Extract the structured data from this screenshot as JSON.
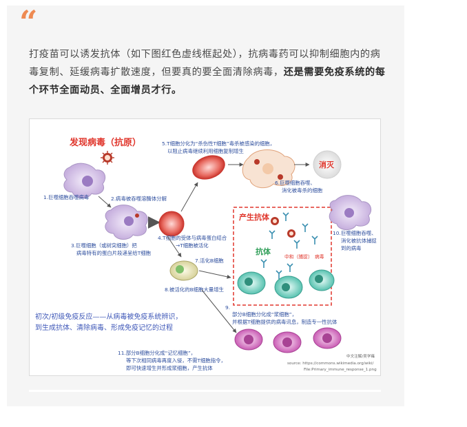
{
  "quote": {
    "mark": "“",
    "paragraph_normal": "打疫苗可以诱发抗体（如下图红色虚线框起处），抗病毒药可以抑制细胞内的病毒复制、延缓病毒扩散速度，但要真的要全面清除病毒，",
    "paragraph_bold": "还是需要免疫系统的每个环节全面动员、全面增员才行。"
  },
  "diagram": {
    "title": "发现病毒（抗原）",
    "steps": {
      "s1": "1.巨噬细胞吞噬病毒",
      "s2": "2.病毒被吞噬溶酶体分解",
      "s3a": "3.巨噬细胞（或树突细胞）把",
      "s3b": "病毒特有的蛋白片段递呈给T细胞",
      "s4a": "4.T细胞的受体与病毒蛋白结合",
      "s4b": "→T细胞被活化",
      "s5a": "5.T细胞分化为“杀伤性T细胞”毒杀被感染的细胞，",
      "s5b": "以阻止病毒继续利用细胞复制增生",
      "s6a": "6.巨噬细胞吞噬、",
      "s6b": "消化被毒杀的细胞",
      "s7": "7.活化B细胞",
      "s8": "8.被活化的B细胞大量增生",
      "s9a": "9.",
      "s9b": "部分B细胞分化成“浆细胞”，",
      "s9c": "并根据T细胞提供的病毒讯息，制造专一性抗体",
      "s10a": "10.巨噬细胞吞噬、",
      "s10b": "消化被抗体捕捉",
      "s10c": "到的病毒",
      "s11a": "11.部分B细胞分化成“记忆细胞”，",
      "s11b": "等下次相同病毒再度入侵，不需T细胞指令，",
      "s11c": "即可快速增生并形成浆细胞，产生抗体"
    },
    "labels": {
      "eliminated": "消灭",
      "produce_antibody": "产生抗体",
      "antibody": "抗体",
      "neutralize": "中和（捕捉）",
      "virus": "病毒"
    },
    "note_line1": "初次/初级免疫反应——从病毒被免疫系统辨识，",
    "note_line2": "到生成抗体、清除病毒、形成免疫记忆的过程",
    "credit": "中文注解/吴学雍",
    "source1": "source: https://commons.wikimedia.org/wiki/",
    "source2": "File:Primary_immune_response_1.png"
  },
  "colors": {
    "accent_orange": "#ee8a52",
    "step_blue": "#2f4f9e",
    "label_red": "#e0352b",
    "antibody_green": "#2f9e58",
    "dashed_box": "#e0352b",
    "macrophage_purple": "#c9b3df",
    "plasma_pink": "#d36fbf",
    "b_cell_teal": "#3fb8a6"
  }
}
